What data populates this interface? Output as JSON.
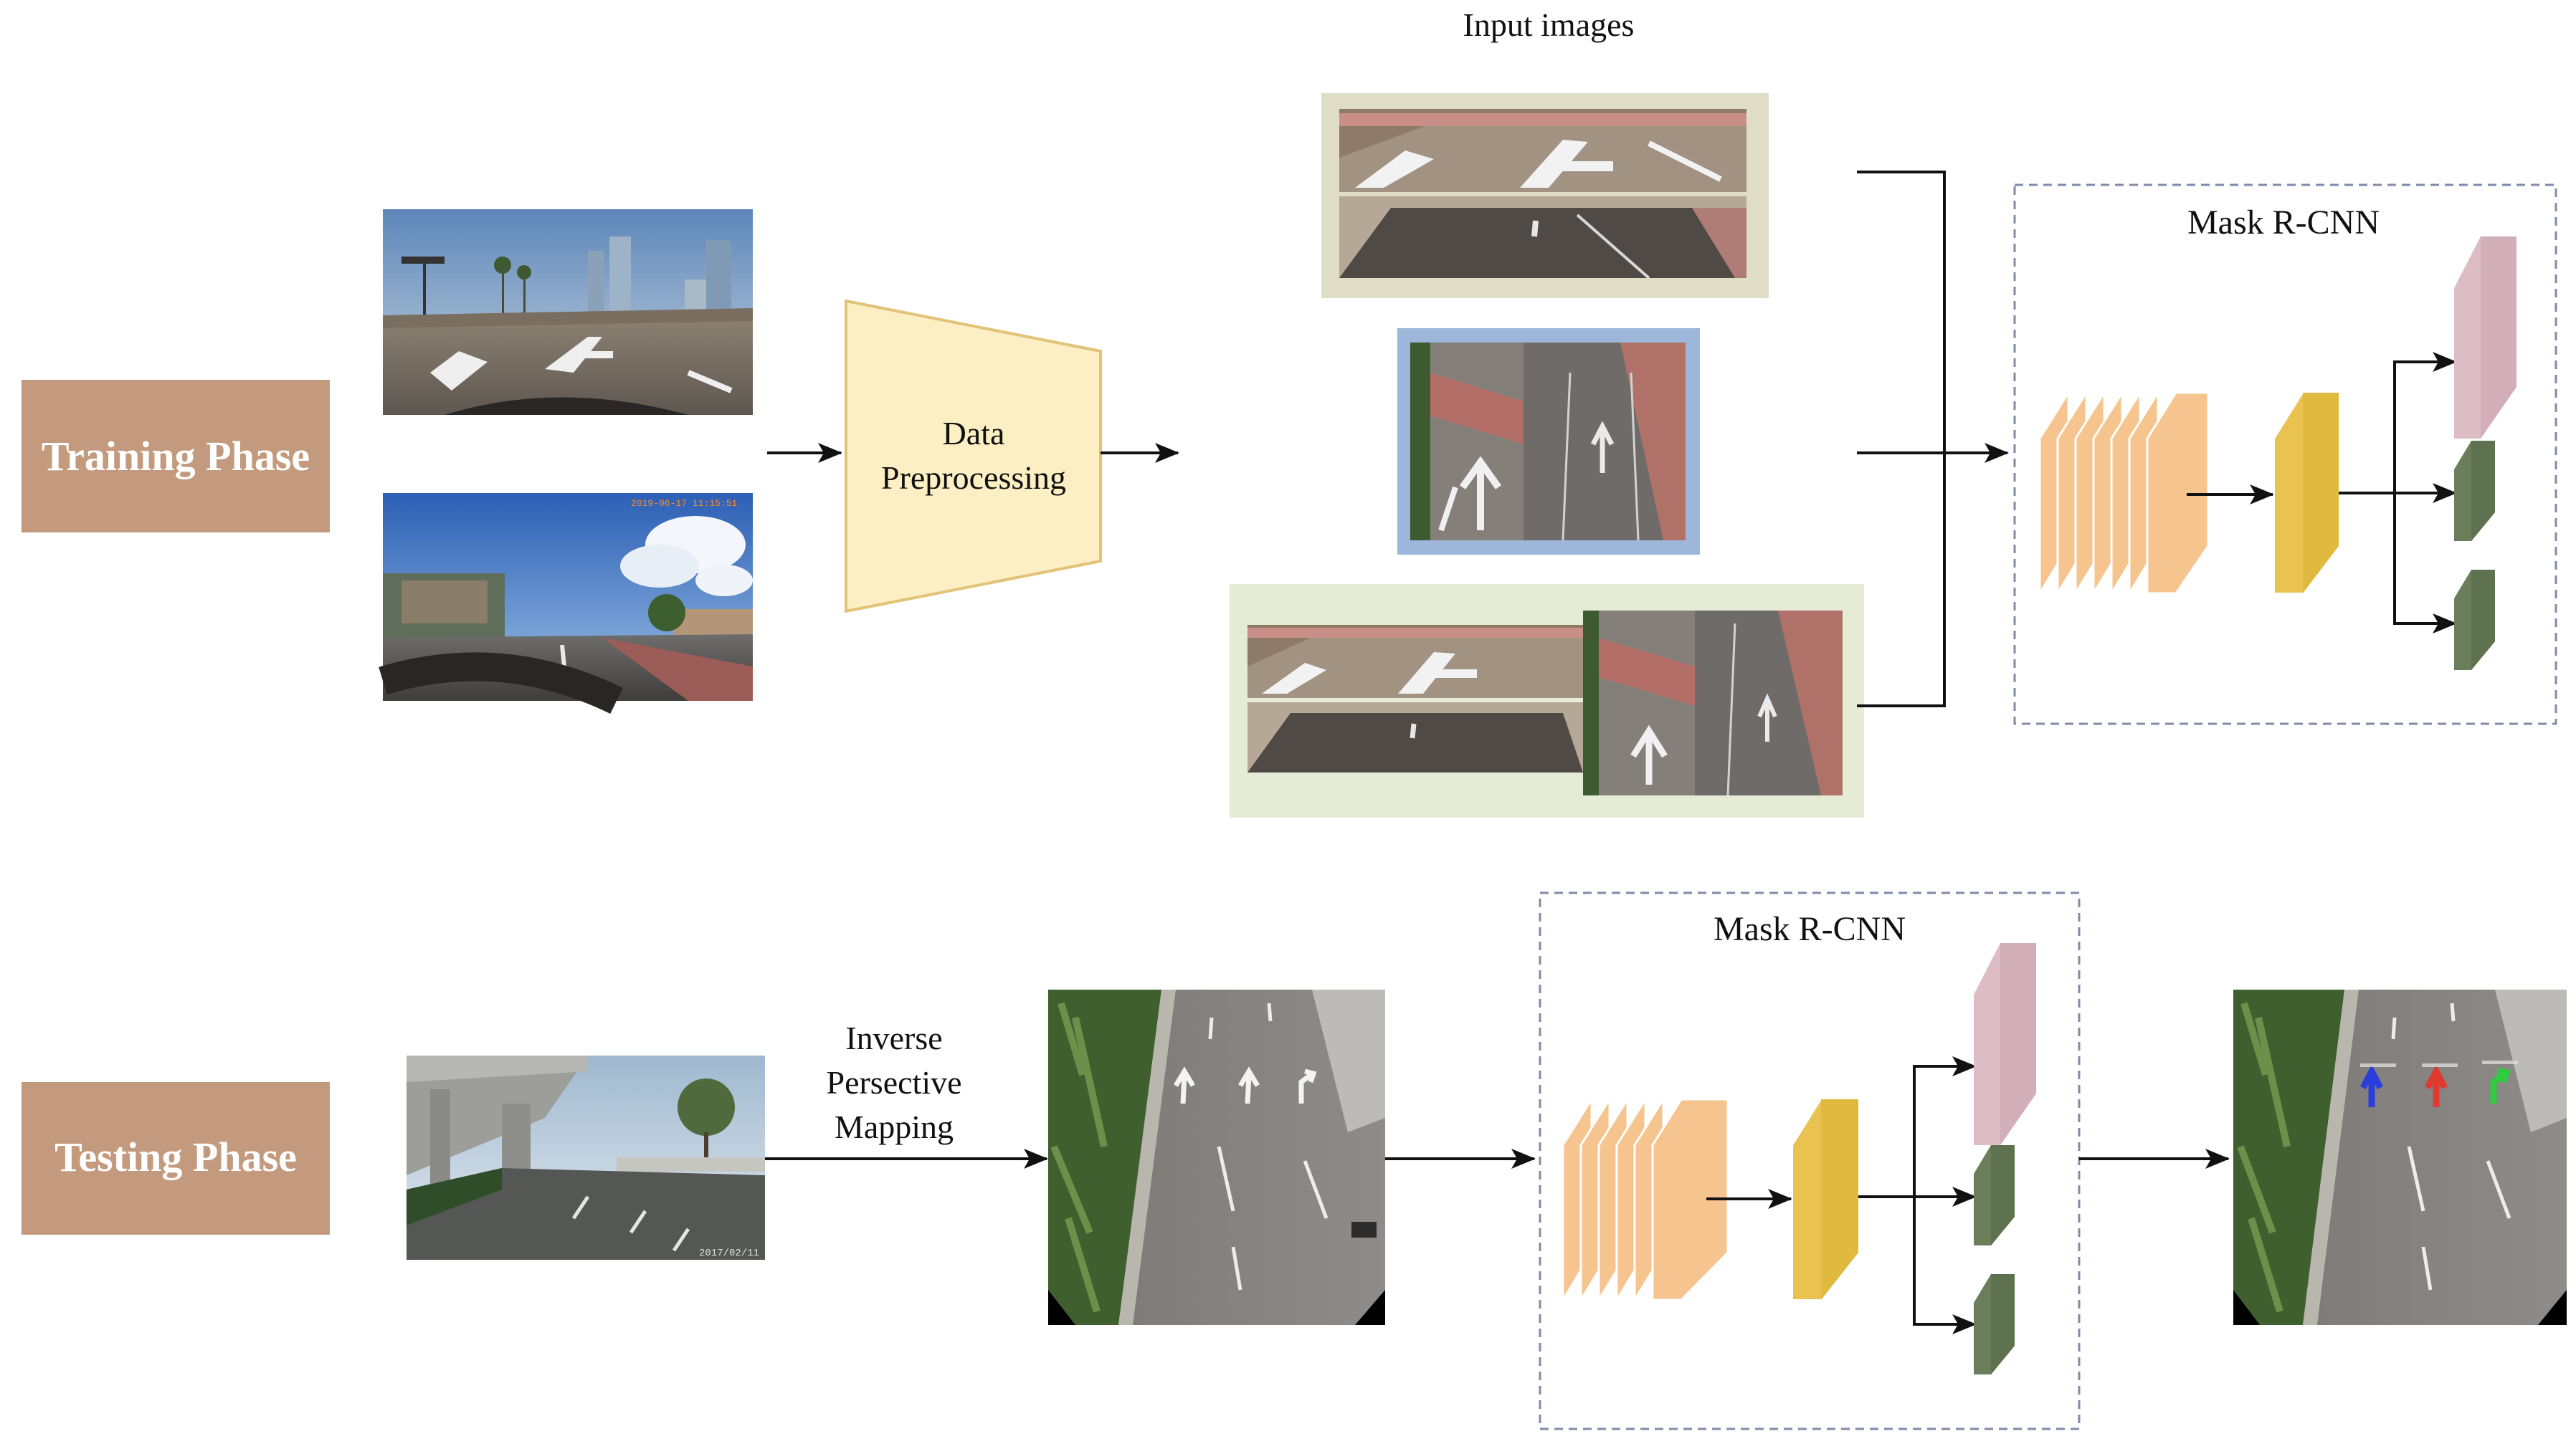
{
  "training": {
    "phase_label": "Training Phase",
    "preprocess_label_line1": "Data",
    "preprocess_label_line2": "Preprocessing",
    "input_images_title": "Input images",
    "mask_rcnn_title": "Mask R-CNN"
  },
  "testing": {
    "phase_label": "Testing Phase",
    "ipm_label_line1": "Inverse",
    "ipm_label_line2": "Persective",
    "ipm_label_line3": "Mapping",
    "mask_rcnn_title": "Mask R-CNN"
  },
  "colors": {
    "phase_box": "#C49A7E",
    "preprocess_fill": "#FCEFC4",
    "preprocess_stroke": "#E2C277",
    "backbone_fill": "#F6C48E",
    "rpn_fill": "#E9C24F",
    "mask_head": "#DDBCC4",
    "cls_head": "#6A7E5C",
    "dashed_box": "#7F8BA8",
    "frame_beige": "#E0DDC6",
    "frame_blue": "#9DB6D9",
    "frame_green": "#E6EBD6",
    "arrow_blue": "#2B3DDB",
    "arrow_red": "#E03A2E",
    "arrow_green": "#2ECC40"
  },
  "icons": {
    "photo_icon": "road-photo-icon",
    "arrow_icon": "arrow-icon"
  }
}
